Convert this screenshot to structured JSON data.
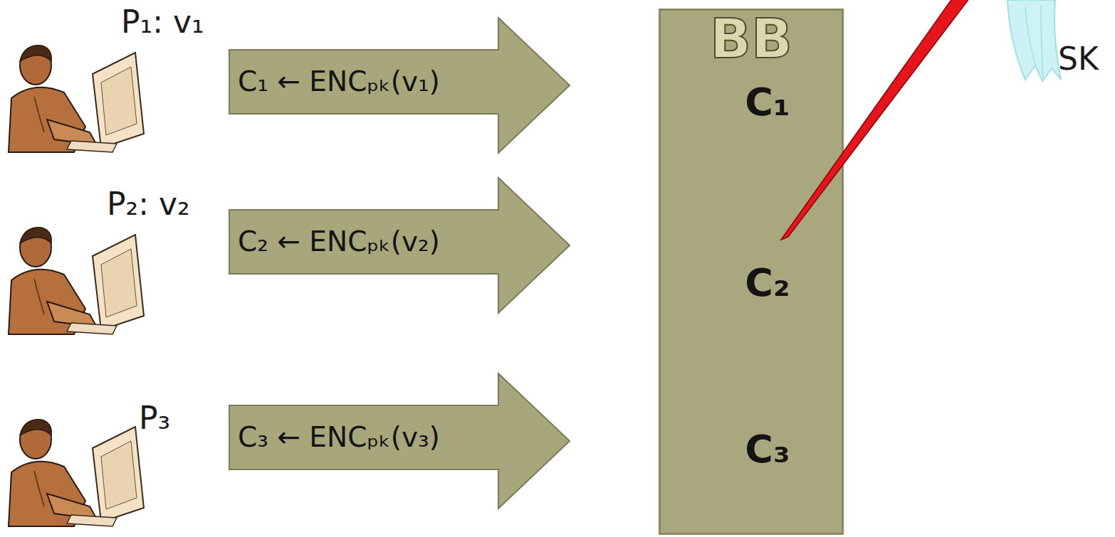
{
  "diagram": {
    "nodes": [
      {
        "text": [
          "C₁ ← ENCₚₖ(v₁)"
        ]
      },
      {
        "text": [
          "C₂ ← ENCₚₖ(v₂)"
        ]
      },
      {
        "text": [
          "C₃ ← ENCₚₖ(v₃)"
        ]
      },
      {
        "text": [
          "BB",
          "C₁",
          "C₂",
          "C₃"
        ]
      }
    ],
    "labels": [
      "P₁: v₁",
      "P₂: v₂",
      "P₃",
      "SK"
    ]
  }
}
